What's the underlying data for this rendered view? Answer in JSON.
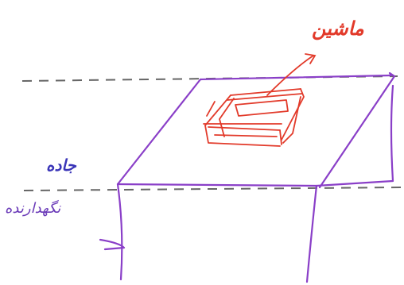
{
  "labels": {
    "car": "ماشین",
    "road": "جاده",
    "retaining_wall": "نگهدارنده"
  },
  "colors": {
    "platform": "#8a3fc8",
    "car": "#e23a2a",
    "dashed_lines": "#666666",
    "road_label": "#3a35b8",
    "wall_label": "#6a3ab8"
  }
}
